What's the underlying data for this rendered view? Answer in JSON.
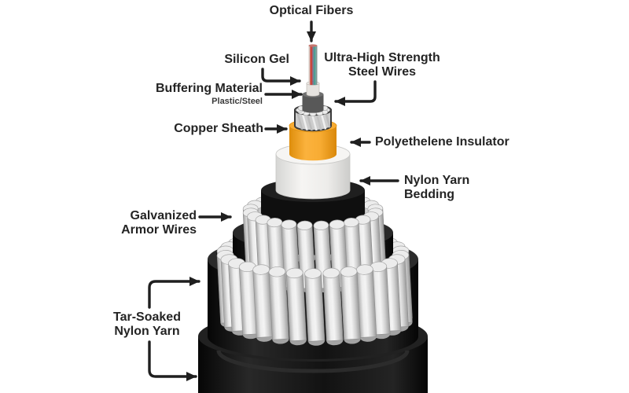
{
  "diagram": {
    "subject": "Submarine fiber-optic cable layered cross-section",
    "labels": {
      "optical_fibers": "Optical Fibers",
      "silicon_gel": "Silicon Gel",
      "steel_wires_line1": "Ultra-High Strength",
      "steel_wires_line2": "Steel Wires",
      "buffering_material": "Buffering Material",
      "buffering_material_sub": "Plastic/Steel",
      "copper_sheath": "Copper Sheath",
      "polyethelene_insulator": "Polyethelene Insulator",
      "nylon_yarn_bedding_line1": "Nylon Yarn",
      "nylon_yarn_bedding_line2": "Bedding",
      "galvanized_armor_wires_line1": "Galvanized",
      "galvanized_armor_wires_line2": "Armor Wires",
      "tar_soaked_nylon_yarn_line1": "Tar-Soaked",
      "tar_soaked_nylon_yarn_line2": "Nylon Yarn"
    },
    "colors": {
      "copper_sheath": "#F8AC33",
      "copper_sheath_shade": "#DE8E0C",
      "insulator_white": "#F6F5F3",
      "steel_wire_light": "#ECECEC",
      "steel_wire_mid": "#CFCFCF",
      "buffering_gray": "#585858",
      "black_layer": "#121212",
      "black_layer_top": "#2B2B2B",
      "fiber_pale": "#D7CCC6",
      "fiber_red": "#C7473D",
      "fiber_purple": "#7B5677",
      "fiber_teal": "#4E9D94",
      "fiber_slate": "#7E9894",
      "arrow": "#1F1F1F",
      "label_text": "#242424"
    }
  }
}
